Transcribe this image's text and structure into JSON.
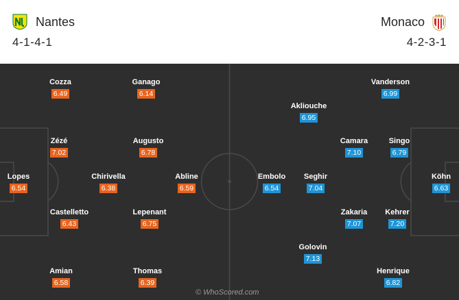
{
  "home": {
    "name": "Nantes",
    "formation": "4-1-4-1",
    "crest_icon": "nantes-crest-icon",
    "colors": {
      "crest_yellow": "#f2e600",
      "crest_green": "#0a7a3c",
      "rating": "#e8641e"
    },
    "players": [
      {
        "name": "Lopes",
        "rating": "6.54"
      },
      {
        "name": "Zézé",
        "rating": "7.02"
      },
      {
        "name": "Castelletto",
        "rating": "6.43"
      },
      {
        "name": "Chirivella",
        "rating": "6.38"
      },
      {
        "name": "Cozza",
        "rating": "6.49"
      },
      {
        "name": "Amian",
        "rating": "6.58"
      },
      {
        "name": "Ganago",
        "rating": "6.14"
      },
      {
        "name": "Augusto",
        "rating": "6.78"
      },
      {
        "name": "Lepenant",
        "rating": "6.75"
      },
      {
        "name": "Thomas",
        "rating": "6.39"
      },
      {
        "name": "Abline",
        "rating": "6.59"
      }
    ]
  },
  "away": {
    "name": "Monaco",
    "formation": "4-2-3-1",
    "crest_icon": "monaco-crest-icon",
    "colors": {
      "crest_red": "#d6262b",
      "crest_gold": "#c8a84a",
      "rating": "#1f94d6"
    },
    "players": [
      {
        "name": "Köhn",
        "rating": "6.63"
      },
      {
        "name": "Vanderson",
        "rating": "6.99"
      },
      {
        "name": "Singo",
        "rating": "6.79"
      },
      {
        "name": "Kehrer",
        "rating": "7.20"
      },
      {
        "name": "Henrique",
        "rating": "6.82"
      },
      {
        "name": "Camara",
        "rating": "7.10"
      },
      {
        "name": "Zakaria",
        "rating": "7.07"
      },
      {
        "name": "Akliouche",
        "rating": "6.95"
      },
      {
        "name": "Seghir",
        "rating": "7.04"
      },
      {
        "name": "Golovin",
        "rating": "7.13"
      },
      {
        "name": "Embolo",
        "rating": "6.54"
      }
    ]
  },
  "pitch_color": "#2e2e2e",
  "watermark": "© WhoScored.com"
}
